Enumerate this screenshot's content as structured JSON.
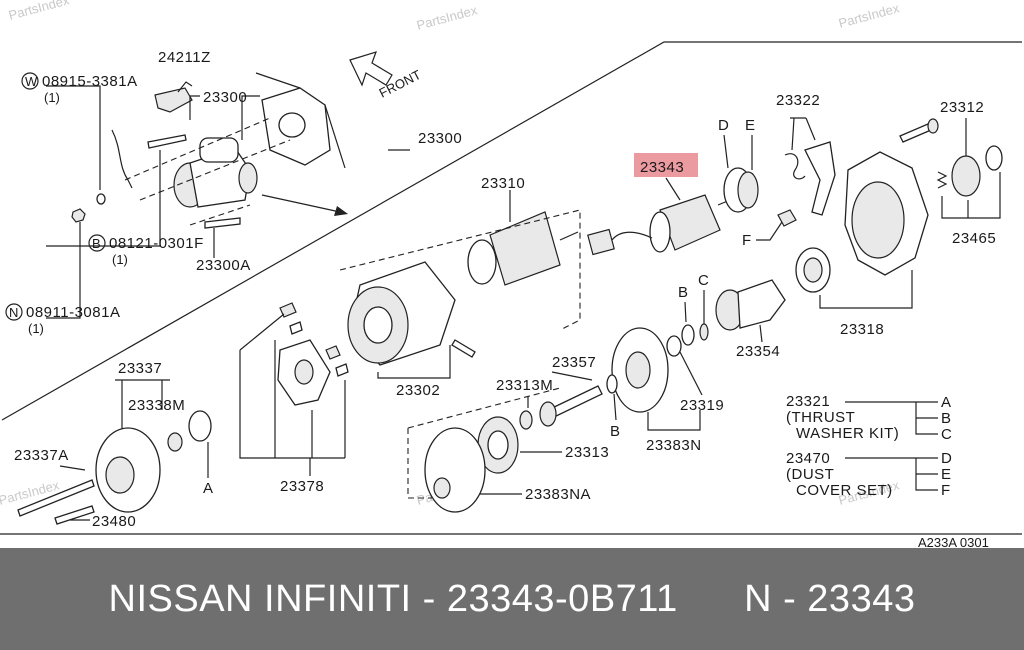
{
  "watermark": "PartsIndex",
  "highlight_color": "#e8888f",
  "footer": {
    "title": "NISSAN INFINITI - 23343-0B711      N - 23343"
  },
  "diagram": {
    "labels": {
      "p24211z": "24211Z",
      "p23300_top": "23300",
      "p23300_main": "23300",
      "p08915": "08915-3381A",
      "p08915_qty": "(1)",
      "circle_w": "W",
      "p08121": "08121-0301F",
      "p08121_qty": "(1)",
      "circle_b": "B",
      "p23300a": "23300A",
      "p08911": "08911-3081A",
      "p08911_qty": "(1)",
      "circle_n": "N",
      "front": "FRONT",
      "p23310": "23310",
      "p23343": "23343",
      "p23322": "23322",
      "p23312": "23312",
      "pD_top": "D",
      "pE_top": "E",
      "pF": "F",
      "p23465": "23465",
      "pB_mid": "B",
      "pC_mid": "C",
      "p23318": "23318",
      "p23354": "23354",
      "p23302": "23302",
      "p23357": "23357",
      "p23313m": "23313M",
      "p23319": "23319",
      "pB_low": "B",
      "p23313": "23313",
      "p23383n": "23383N",
      "p23383na": "23383NA",
      "p23337": "23337",
      "p23338m": "23338M",
      "p23337a": "23337A",
      "pA_left": "A",
      "p23378": "23378",
      "p23480": "23480",
      "p23321": "23321",
      "thrust_1": "(THRUST",
      "thrust_2": "WASHER KIT)",
      "kit_a": "A",
      "kit_b": "B",
      "kit_c": "C",
      "p23470": "23470",
      "dust_1": "(DUST",
      "dust_2": "COVER SET)",
      "kit_d": "D",
      "kit_e": "E",
      "kit_f": "F",
      "ref_code": "A233A 0301"
    }
  }
}
